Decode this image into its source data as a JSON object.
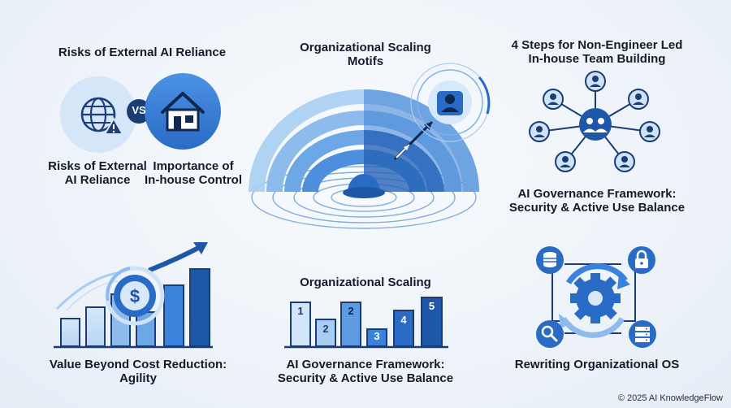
{
  "colors": {
    "dark_blue": "#1f57a8",
    "mid_blue": "#3a82db",
    "light_blue": "#a9cdf2",
    "text": "#141c2c"
  },
  "top_left": {
    "title": "Risks of External AI Reliance",
    "vs": "VS",
    "left_label_1": "Risks of External",
    "left_label_2": "AI Reliance",
    "right_label_1": "Importance of",
    "right_label_2": "In-house Control",
    "icons": [
      "globe-warning-icon",
      "house-icon"
    ]
  },
  "top_center": {
    "title_1": "Organizational Scaling",
    "title_2": "Motifs",
    "icons": [
      "person-radar-icon"
    ]
  },
  "top_right": {
    "title_1": "4 Steps for Non-Engineer Led",
    "title_2": "In-house Team Building",
    "caption_1": "AI Governance Framework:",
    "caption_2": "Security & Active Use Balance",
    "icons": [
      "team-network-icon"
    ]
  },
  "bottom_left": {
    "caption_1": "Value Beyond Cost Reduction:",
    "caption_2": "Agility",
    "icons": [
      "dollar-coin-icon",
      "growth-arrow-icon"
    ]
  },
  "bottom_center": {
    "title": "Organizational Scaling",
    "bars": [
      "1",
      "2",
      "2",
      "3",
      "4",
      "5"
    ],
    "caption_1": "AI Governance Framework:",
    "caption_2": "Security & Active Use Balance"
  },
  "bottom_right": {
    "caption": "Rewriting Organizational OS",
    "icons": [
      "database-icon",
      "lock-icon",
      "gear-icon",
      "search-icon",
      "server-icon"
    ]
  },
  "footer": "© 2025 AI KnowledgeFlow"
}
